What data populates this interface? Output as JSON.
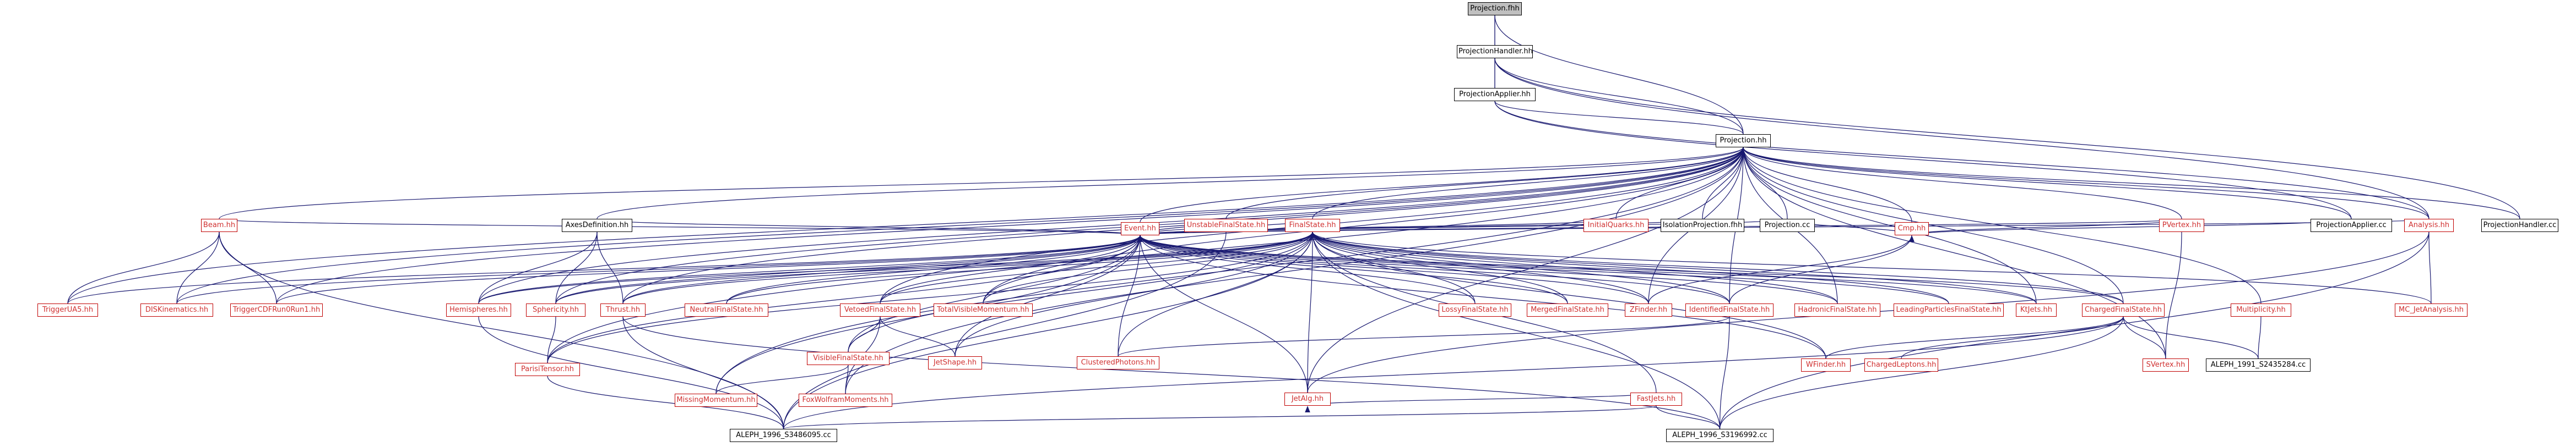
{
  "page": {
    "title": "Projection.fhh include dependency graph"
  },
  "colors": {
    "edge_main": "#191970",
    "edge_aux": "#555555",
    "arrow_fill": "#191970",
    "node_black": "#000000",
    "node_red": "#c00000",
    "root_fill": "#bfbfbf"
  },
  "nodes": [
    {
      "id": "Projection_fhh",
      "label": "Projection.fhh",
      "kind": "root"
    },
    {
      "id": "ProjectionHandler_hh",
      "label": "ProjectionHandler.hh",
      "kind": "black"
    },
    {
      "id": "ProjectionApplier_hh",
      "label": "ProjectionApplier.hh",
      "kind": "black"
    },
    {
      "id": "Projection_hh",
      "label": "Projection.hh",
      "kind": "black"
    },
    {
      "id": "Event_hh",
      "label": "Event.hh",
      "kind": "red"
    },
    {
      "id": "Cmp_hh",
      "label": "Cmp.hh",
      "kind": "red"
    },
    {
      "id": "Beam_hh",
      "label": "Beam.hh",
      "kind": "red"
    },
    {
      "id": "AxesDefinition_hh",
      "label": "AxesDefinition.hh",
      "kind": "black"
    },
    {
      "id": "UnstableFinalState_hh",
      "label": "UnstableFinalState.hh",
      "kind": "red"
    },
    {
      "id": "FinalState_hh",
      "label": "FinalState.hh",
      "kind": "red"
    },
    {
      "id": "InitialQuarks_hh",
      "label": "InitialQuarks.hh",
      "kind": "red"
    },
    {
      "id": "IsolationProjection_fhh",
      "label": "IsolationProjection.fhh",
      "kind": "black"
    },
    {
      "id": "Projection_cc",
      "label": "Projection.cc",
      "kind": "black"
    },
    {
      "id": "PVertex_hh",
      "label": "PVertex.hh",
      "kind": "red"
    },
    {
      "id": "ProjectionApplier_cc",
      "label": "ProjectionApplier.cc",
      "kind": "black"
    },
    {
      "id": "Analysis_hh",
      "label": "Analysis.hh",
      "kind": "red"
    },
    {
      "id": "ProjectionHandler_cc",
      "label": "ProjectionHandler.cc",
      "kind": "black"
    },
    {
      "id": "TriggerUA5_hh",
      "label": "TriggerUA5.hh",
      "kind": "red"
    },
    {
      "id": "DISKinematics_hh",
      "label": "DISKinematics.hh",
      "kind": "red"
    },
    {
      "id": "TriggerCDFRun0Run1_hh",
      "label": "TriggerCDFRun0Run1.hh",
      "kind": "red"
    },
    {
      "id": "Hemispheres_hh",
      "label": "Hemispheres.hh",
      "kind": "red"
    },
    {
      "id": "Sphericity_hh",
      "label": "Sphericity.hh",
      "kind": "red"
    },
    {
      "id": "Thrust_hh",
      "label": "Thrust.hh",
      "kind": "red"
    },
    {
      "id": "NeutralFinalState_hh",
      "label": "NeutralFinalState.hh",
      "kind": "red"
    },
    {
      "id": "VetoedFinalState_hh",
      "label": "VetoedFinalState.hh",
      "kind": "red"
    },
    {
      "id": "TotalVisibleMomentum_hh",
      "label": "TotalVisibleMomentum.hh",
      "kind": "red"
    },
    {
      "id": "LossyFinalState_hh",
      "label": "LossyFinalState.hh",
      "kind": "red"
    },
    {
      "id": "MergedFinalState_hh",
      "label": "MergedFinalState.hh",
      "kind": "red"
    },
    {
      "id": "ZFinder_hh",
      "label": "ZFinder.hh",
      "kind": "red"
    },
    {
      "id": "IdentifiedFinalState_hh",
      "label": "IdentifiedFinalState.hh",
      "kind": "red"
    },
    {
      "id": "HadronicFinalState_hh",
      "label": "HadronicFinalState.hh",
      "kind": "red"
    },
    {
      "id": "LeadingParticlesFinalState_hh",
      "label": "LeadingParticlesFinalState.hh",
      "kind": "red"
    },
    {
      "id": "KtJets_hh",
      "label": "KtJets.hh",
      "kind": "red"
    },
    {
      "id": "ChargedFinalState_hh",
      "label": "ChargedFinalState.hh",
      "kind": "red"
    },
    {
      "id": "Multiplicity_hh",
      "label": "Multiplicity.hh",
      "kind": "red"
    },
    {
      "id": "MC_JetAnalysis_hh",
      "label": "MC_JetAnalysis.hh",
      "kind": "red"
    },
    {
      "id": "ParisiTensor_hh",
      "label": "ParisiTensor.hh",
      "kind": "red"
    },
    {
      "id": "VisibleFinalState_hh",
      "label": "VisibleFinalState.hh",
      "kind": "red"
    },
    {
      "id": "JetShape_hh",
      "label": "JetShape.hh",
      "kind": "red"
    },
    {
      "id": "ClusteredPhotons_hh",
      "label": "ClusteredPhotons.hh",
      "kind": "red"
    },
    {
      "id": "WFinder_hh",
      "label": "WFinder.hh",
      "kind": "red"
    },
    {
      "id": "ChargedLeptons_hh",
      "label": "ChargedLeptons.hh",
      "kind": "red"
    },
    {
      "id": "SVertex_hh",
      "label": "SVertex.hh",
      "kind": "red"
    },
    {
      "id": "ALEPH_1991_S2435284_cc",
      "label": "ALEPH_1991_S2435284.cc",
      "kind": "black"
    },
    {
      "id": "MissingMomentum_hh",
      "label": "MissingMomentum.hh",
      "kind": "red"
    },
    {
      "id": "FoxWolframMoments_hh",
      "label": "FoxWolframMoments.hh",
      "kind": "red"
    },
    {
      "id": "JetAlg_hh",
      "label": "JetAlg.hh",
      "kind": "red"
    },
    {
      "id": "FastJets_hh",
      "label": "FastJets.hh",
      "kind": "red"
    },
    {
      "id": "ALEPH_1996_S3486095_cc",
      "label": "ALEPH_1996_S3486095.cc",
      "kind": "black"
    },
    {
      "id": "ALEPH_1996_S3196992_cc",
      "label": "ALEPH_1996_S3196992.cc",
      "kind": "black"
    }
  ],
  "edges": [
    [
      "Projection_fhh",
      "ProjectionHandler_hh"
    ],
    [
      "Projection_fhh",
      "ProjectionApplier_hh"
    ],
    [
      "Projection_fhh",
      "Projection_hh"
    ],
    [
      "ProjectionHandler_hh",
      "ProjectionApplier_hh"
    ],
    [
      "ProjectionHandler_hh",
      "Projection_hh"
    ],
    [
      "ProjectionHandler_hh",
      "Analysis_hh"
    ],
    [
      "ProjectionHandler_hh",
      "ProjectionHandler_cc"
    ],
    [
      "ProjectionApplier_hh",
      "Projection_hh"
    ],
    [
      "ProjectionApplier_hh",
      "ProjectionApplier_cc"
    ],
    [
      "ProjectionApplier_hh",
      "Analysis_hh"
    ],
    [
      "Projection_hh",
      "Event_hh"
    ],
    [
      "Projection_hh",
      "Cmp_hh"
    ],
    [
      "Projection_hh",
      "Beam_hh"
    ],
    [
      "Projection_hh",
      "AxesDefinition_hh"
    ],
    [
      "Projection_hh",
      "UnstableFinalState_hh"
    ],
    [
      "Projection_hh",
      "FinalState_hh"
    ],
    [
      "Projection_hh",
      "InitialQuarks_hh"
    ],
    [
      "Projection_hh",
      "IsolationProjection_fhh"
    ],
    [
      "Projection_hh",
      "Projection_cc"
    ],
    [
      "Projection_hh",
      "PVertex_hh"
    ],
    [
      "Projection_hh",
      "ProjectionApplier_cc"
    ],
    [
      "Projection_hh",
      "Analysis_hh"
    ],
    [
      "Projection_hh",
      "ProjectionHandler_cc"
    ],
    [
      "Projection_hh",
      "TriggerUA5_hh"
    ],
    [
      "Projection_hh",
      "DISKinematics_hh"
    ],
    [
      "Projection_hh",
      "TriggerCDFRun0Run1_hh"
    ],
    [
      "Projection_hh",
      "Hemispheres_hh"
    ],
    [
      "Projection_hh",
      "Sphericity_hh"
    ],
    [
      "Projection_hh",
      "Thrust_hh"
    ],
    [
      "Projection_hh",
      "VetoedFinalState_hh"
    ],
    [
      "Projection_hh",
      "TotalVisibleMomentum_hh"
    ],
    [
      "Projection_hh",
      "ZFinder_hh"
    ],
    [
      "Projection_hh",
      "IdentifiedFinalState_hh"
    ],
    [
      "Projection_hh",
      "HadronicFinalState_hh"
    ],
    [
      "Projection_hh",
      "KtJets_hh"
    ],
    [
      "Projection_hh",
      "ChargedFinalState_hh"
    ],
    [
      "Projection_hh",
      "Multiplicity_hh"
    ],
    [
      "Projection_hh",
      "MissingMomentum_hh"
    ],
    [
      "Projection_hh",
      "JetAlg_hh"
    ],
    [
      "Projection_hh",
      "SVertex_hh"
    ],
    [
      "Projection_hh",
      "ParisiTensor_hh"
    ],
    [
      "Projection_hh",
      "FoxWolframMoments_hh"
    ],
    [
      "Event_hh",
      "Beam_hh"
    ],
    [
      "Event_hh",
      "AxesDefinition_hh"
    ],
    [
      "Event_hh",
      "UnstableFinalState_hh"
    ],
    [
      "Event_hh",
      "FinalState_hh"
    ],
    [
      "Event_hh",
      "InitialQuarks_hh"
    ],
    [
      "Event_hh",
      "IsolationProjection_fhh"
    ],
    [
      "Event_hh",
      "Projection_cc"
    ],
    [
      "Event_hh",
      "PVertex_hh"
    ],
    [
      "Event_hh",
      "Analysis_hh"
    ],
    [
      "Event_hh",
      "TriggerUA5_hh"
    ],
    [
      "Event_hh",
      "DISKinematics_hh"
    ],
    [
      "Event_hh",
      "TriggerCDFRun0Run1_hh"
    ],
    [
      "Event_hh",
      "Hemispheres_hh"
    ],
    [
      "Event_hh",
      "Sphericity_hh"
    ],
    [
      "Event_hh",
      "Thrust_hh"
    ],
    [
      "Event_hh",
      "NeutralFinalState_hh"
    ],
    [
      "Event_hh",
      "VetoedFinalState_hh"
    ],
    [
      "Event_hh",
      "TotalVisibleMomentum_hh"
    ],
    [
      "Event_hh",
      "LossyFinalState_hh"
    ],
    [
      "Event_hh",
      "MergedFinalState_hh"
    ],
    [
      "Event_hh",
      "ZFinder_hh"
    ],
    [
      "Event_hh",
      "IdentifiedFinalState_hh"
    ],
    [
      "Event_hh",
      "HadronicFinalState_hh"
    ],
    [
      "Event_hh",
      "LeadingParticlesFinalState_hh"
    ],
    [
      "Event_hh",
      "KtJets_hh"
    ],
    [
      "Event_hh",
      "ChargedFinalState_hh"
    ],
    [
      "Event_hh",
      "ParisiTensor_hh"
    ],
    [
      "Event_hh",
      "VisibleFinalState_hh"
    ],
    [
      "Event_hh",
      "JetShape_hh"
    ],
    [
      "Event_hh",
      "ClusteredPhotons_hh"
    ],
    [
      "Event_hh",
      "WFinder_hh"
    ],
    [
      "Event_hh",
      "MissingMomentum_hh"
    ],
    [
      "Event_hh",
      "JetAlg_hh"
    ],
    [
      "Cmp_hh",
      "Projection_cc"
    ],
    [
      "Cmp_hh",
      "PVertex_hh"
    ],
    [
      "Cmp_hh",
      "ProjectionApplier_cc"
    ],
    [
      "Cmp_hh",
      "IdentifiedFinalState_hh"
    ],
    [
      "Cmp_hh",
      "ZFinder_hh"
    ],
    [
      "Beam_hh",
      "TriggerUA5_hh"
    ],
    [
      "Beam_hh",
      "DISKinematics_hh"
    ],
    [
      "Beam_hh",
      "TriggerCDFRun0Run1_hh"
    ],
    [
      "Beam_hh",
      "ALEPH_1996_S3486095_cc"
    ],
    [
      "AxesDefinition_hh",
      "Hemispheres_hh"
    ],
    [
      "AxesDefinition_hh",
      "Sphericity_hh"
    ],
    [
      "AxesDefinition_hh",
      "Thrust_hh"
    ],
    [
      "UnstableFinalState_hh",
      "ALEPH_1996_S3486095_cc"
    ],
    [
      "FinalState_hh",
      "Hemispheres_hh"
    ],
    [
      "FinalState_hh",
      "Sphericity_hh"
    ],
    [
      "FinalState_hh",
      "Thrust_hh"
    ],
    [
      "FinalState_hh",
      "NeutralFinalState_hh"
    ],
    [
      "FinalState_hh",
      "VetoedFinalState_hh"
    ],
    [
      "FinalState_hh",
      "TotalVisibleMomentum_hh"
    ],
    [
      "FinalState_hh",
      "LossyFinalState_hh"
    ],
    [
      "FinalState_hh",
      "MergedFinalState_hh"
    ],
    [
      "FinalState_hh",
      "ZFinder_hh"
    ],
    [
      "FinalState_hh",
      "IdentifiedFinalState_hh"
    ],
    [
      "FinalState_hh",
      "HadronicFinalState_hh"
    ],
    [
      "FinalState_hh",
      "LeadingParticlesFinalState_hh"
    ],
    [
      "FinalState_hh",
      "KtJets_hh"
    ],
    [
      "FinalState_hh",
      "ChargedFinalState_hh"
    ],
    [
      "FinalState_hh",
      "MC_JetAnalysis_hh"
    ],
    [
      "FinalState_hh",
      "ParisiTensor_hh"
    ],
    [
      "FinalState_hh",
      "VisibleFinalState_hh"
    ],
    [
      "FinalState_hh",
      "JetShape_hh"
    ],
    [
      "FinalState_hh",
      "ClusteredPhotons_hh"
    ],
    [
      "FinalState_hh",
      "WFinder_hh"
    ],
    [
      "FinalState_hh",
      "JetAlg_hh"
    ],
    [
      "FinalState_hh",
      "FastJets_hh"
    ],
    [
      "FinalState_hh",
      "ALEPH_1996_S3486095_cc"
    ],
    [
      "FinalState_hh",
      "ALEPH_1996_S3196992_cc"
    ],
    [
      "VetoedFinalState_hh",
      "VisibleFinalState_hh"
    ],
    [
      "VetoedFinalState_hh",
      "JetShape_hh"
    ],
    [
      "VetoedFinalState_hh",
      "FoxWolframMoments_hh"
    ],
    [
      "ChargedFinalState_hh",
      "WFinder_hh"
    ],
    [
      "ChargedFinalState_hh",
      "ChargedLeptons_hh"
    ],
    [
      "ChargedFinalState_hh",
      "SVertex_hh"
    ],
    [
      "ChargedFinalState_hh",
      "ALEPH_1991_S2435284_cc"
    ],
    [
      "ChargedFinalState_hh",
      "ALEPH_1996_S3486095_cc"
    ],
    [
      "ChargedFinalState_hh",
      "ALEPH_1996_S3196992_cc"
    ],
    [
      "Multiplicity_hh",
      "ALEPH_1991_S2435284_cc"
    ],
    [
      "IdentifiedFinalState_hh",
      "ClusteredPhotons_hh"
    ],
    [
      "IdentifiedFinalState_hh",
      "ALEPH_1996_S3196992_cc"
    ],
    [
      "Sphericity_hh",
      "ParisiTensor_hh"
    ],
    [
      "Hemispheres_hh",
      "ALEPH_1996_S3486095_cc"
    ],
    [
      "Thrust_hh",
      "ALEPH_1996_S3486095_cc"
    ],
    [
      "Thrust_hh",
      "ALEPH_1996_S3196992_cc"
    ],
    [
      "ParisiTensor_hh",
      "ALEPH_1996_S3486095_cc"
    ],
    [
      "VisibleFinalState_hh",
      "MissingMomentum_hh"
    ],
    [
      "VisibleFinalState_hh",
      "FoxWolframMoments_hh"
    ],
    [
      "JetAlg_hh",
      "FastJets_hh"
    ],
    [
      "FastJets_hh",
      "ALEPH_1996_S3486095_cc"
    ],
    [
      "FastJets_hh",
      "ALEPH_1996_S3196992_cc"
    ],
    [
      "PVertex_hh",
      "SVertex_hh"
    ],
    [
      "Analysis_hh",
      "MC_JetAnalysis_hh"
    ],
    [
      "Analysis_hh",
      "ALEPH_1996_S3196992_cc"
    ],
    [
      "Analysis_hh",
      "JetAlg_hh"
    ]
  ]
}
